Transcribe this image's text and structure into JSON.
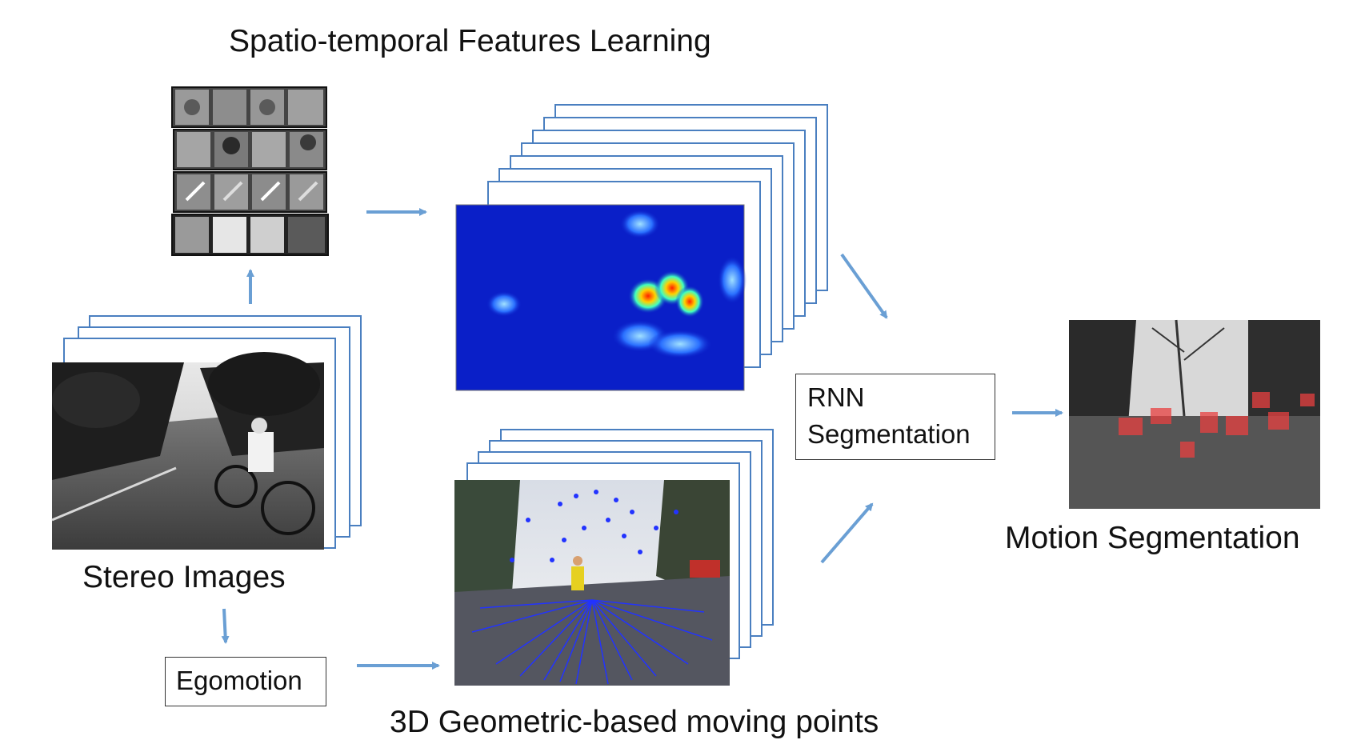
{
  "labels": {
    "features": "Spatio-temporal Features Learning",
    "stereo": "Stereo Images",
    "egomotion": "Egomotion",
    "rnn_line1": "RNN",
    "rnn_line2": "Segmentation",
    "motion": "Motion Segmentation",
    "geometric": "3D Geometric-based moving points"
  },
  "colors": {
    "arrow": "#6a9fd4",
    "frame_outline": "#4a7fc0",
    "heatmap_bg": "#0a1fc8",
    "point_blue": "#2233ff",
    "seg_red": "#e84040"
  }
}
